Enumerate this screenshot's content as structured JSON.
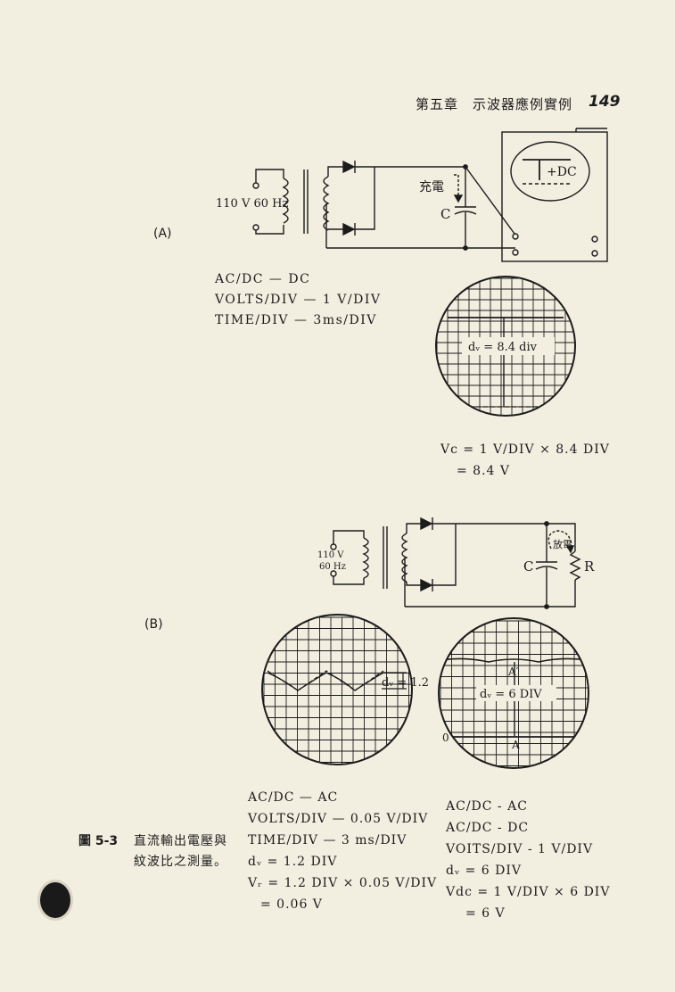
{
  "header": {
    "chapter_title": "第五章　示波器應例實例",
    "page_number": "149"
  },
  "figure_a": {
    "label": "(A)",
    "source_label": "110 V 60 Hz",
    "charge_label": "充電",
    "capacitor_label": "C",
    "scope_trace_label": "+DC",
    "settings": [
      "AC/DC — DC",
      "VOLTS/DIV — 1 V/DIV",
      "TIME/DIV — 3ms/DIV"
    ],
    "screen_reading": "dᵥ = 8.4 div",
    "result": [
      "Vc = 1 V/DIV × 8.4 DIV",
      "= 8.4 V"
    ]
  },
  "figure_b": {
    "label": "(B)",
    "source_label_1": "110 V",
    "source_label_2": "60 Hz",
    "discharge_label": "放電",
    "capacitor_label": "C",
    "resistor_label": "R",
    "screen1_reading": "dᵥ = 1.2",
    "screen2_reading": "dᵥ = 6 DIV",
    "screen2_top_marker": "A′",
    "screen2_bottom_marker": "A",
    "screen2_zero": "0",
    "settings_left": [
      "AC/DC — AC",
      "VOLTS/DIV — 0.05 V/DIV",
      "TIME/DIV — 3 ms/DIV",
      "dᵥ = 1.2 DIV",
      "Vᵣ = 1.2 DIV × 0.05 V/DIV",
      "= 0.06 V"
    ],
    "settings_right": [
      "AC/DC - AC",
      "AC/DC - DC",
      "VOITS/DIV - 1 V/DIV",
      "dᵥ = 6 DIV",
      "Vdc = 1 V/DIV × 6 DIV",
      "= 6 V"
    ]
  },
  "caption": {
    "figure_number": "圖 5-3",
    "lines": [
      "直流輸出電壓與",
      "紋波比之測量。"
    ]
  }
}
